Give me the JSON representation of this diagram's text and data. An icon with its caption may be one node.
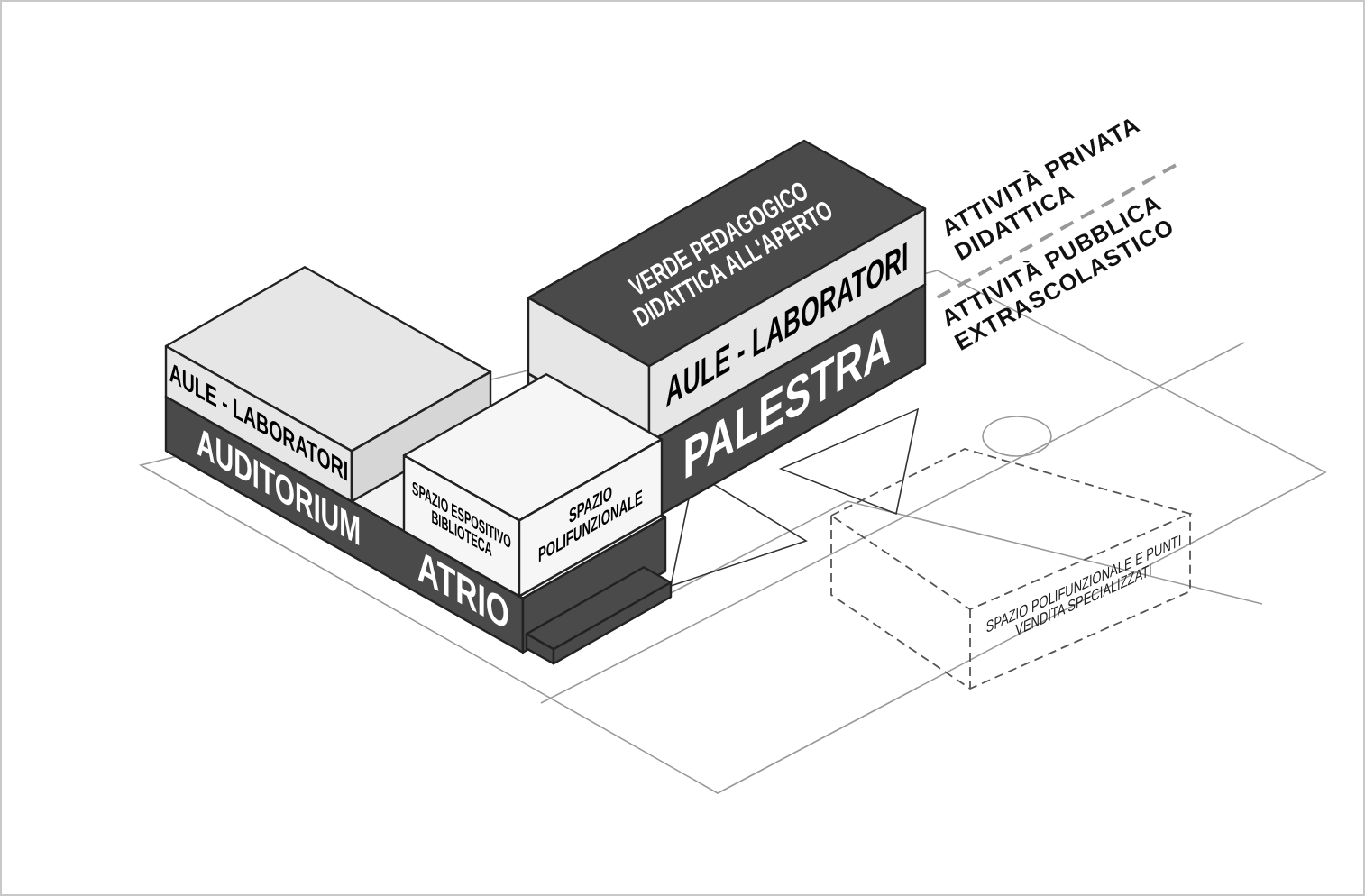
{
  "diagram": {
    "nodes": [
      {
        "text": [
          "VERDE PEDAGOGICO DIDATTICA ALL'APERTO"
        ]
      },
      {
        "text": [
          "AULE - LABORATORI"
        ]
      },
      {
        "text": [
          "PALESTRA"
        ]
      },
      {
        "text": [
          "AULE - LABORATORI"
        ]
      },
      {
        "text": [
          "AUDITORIUM"
        ]
      },
      {
        "text": [
          "SPAZIO ESPOSITIVO BIBLIOTECA"
        ]
      },
      {
        "text": [
          "SPAZIO POLIFUNZIONALE"
        ]
      },
      {
        "text": [
          "ATRIO"
        ]
      },
      {
        "text": [
          "SPAZIO POLIFUNZIONALE E PUNTI VENDITA SPECIALIZZATI"
        ]
      }
    ],
    "labels": [
      "ATTIVITÀ PRIVATA DIDATTICA",
      "ATTIVITÀ PUBBLICA EXTRASCOLASTICO"
    ]
  }
}
